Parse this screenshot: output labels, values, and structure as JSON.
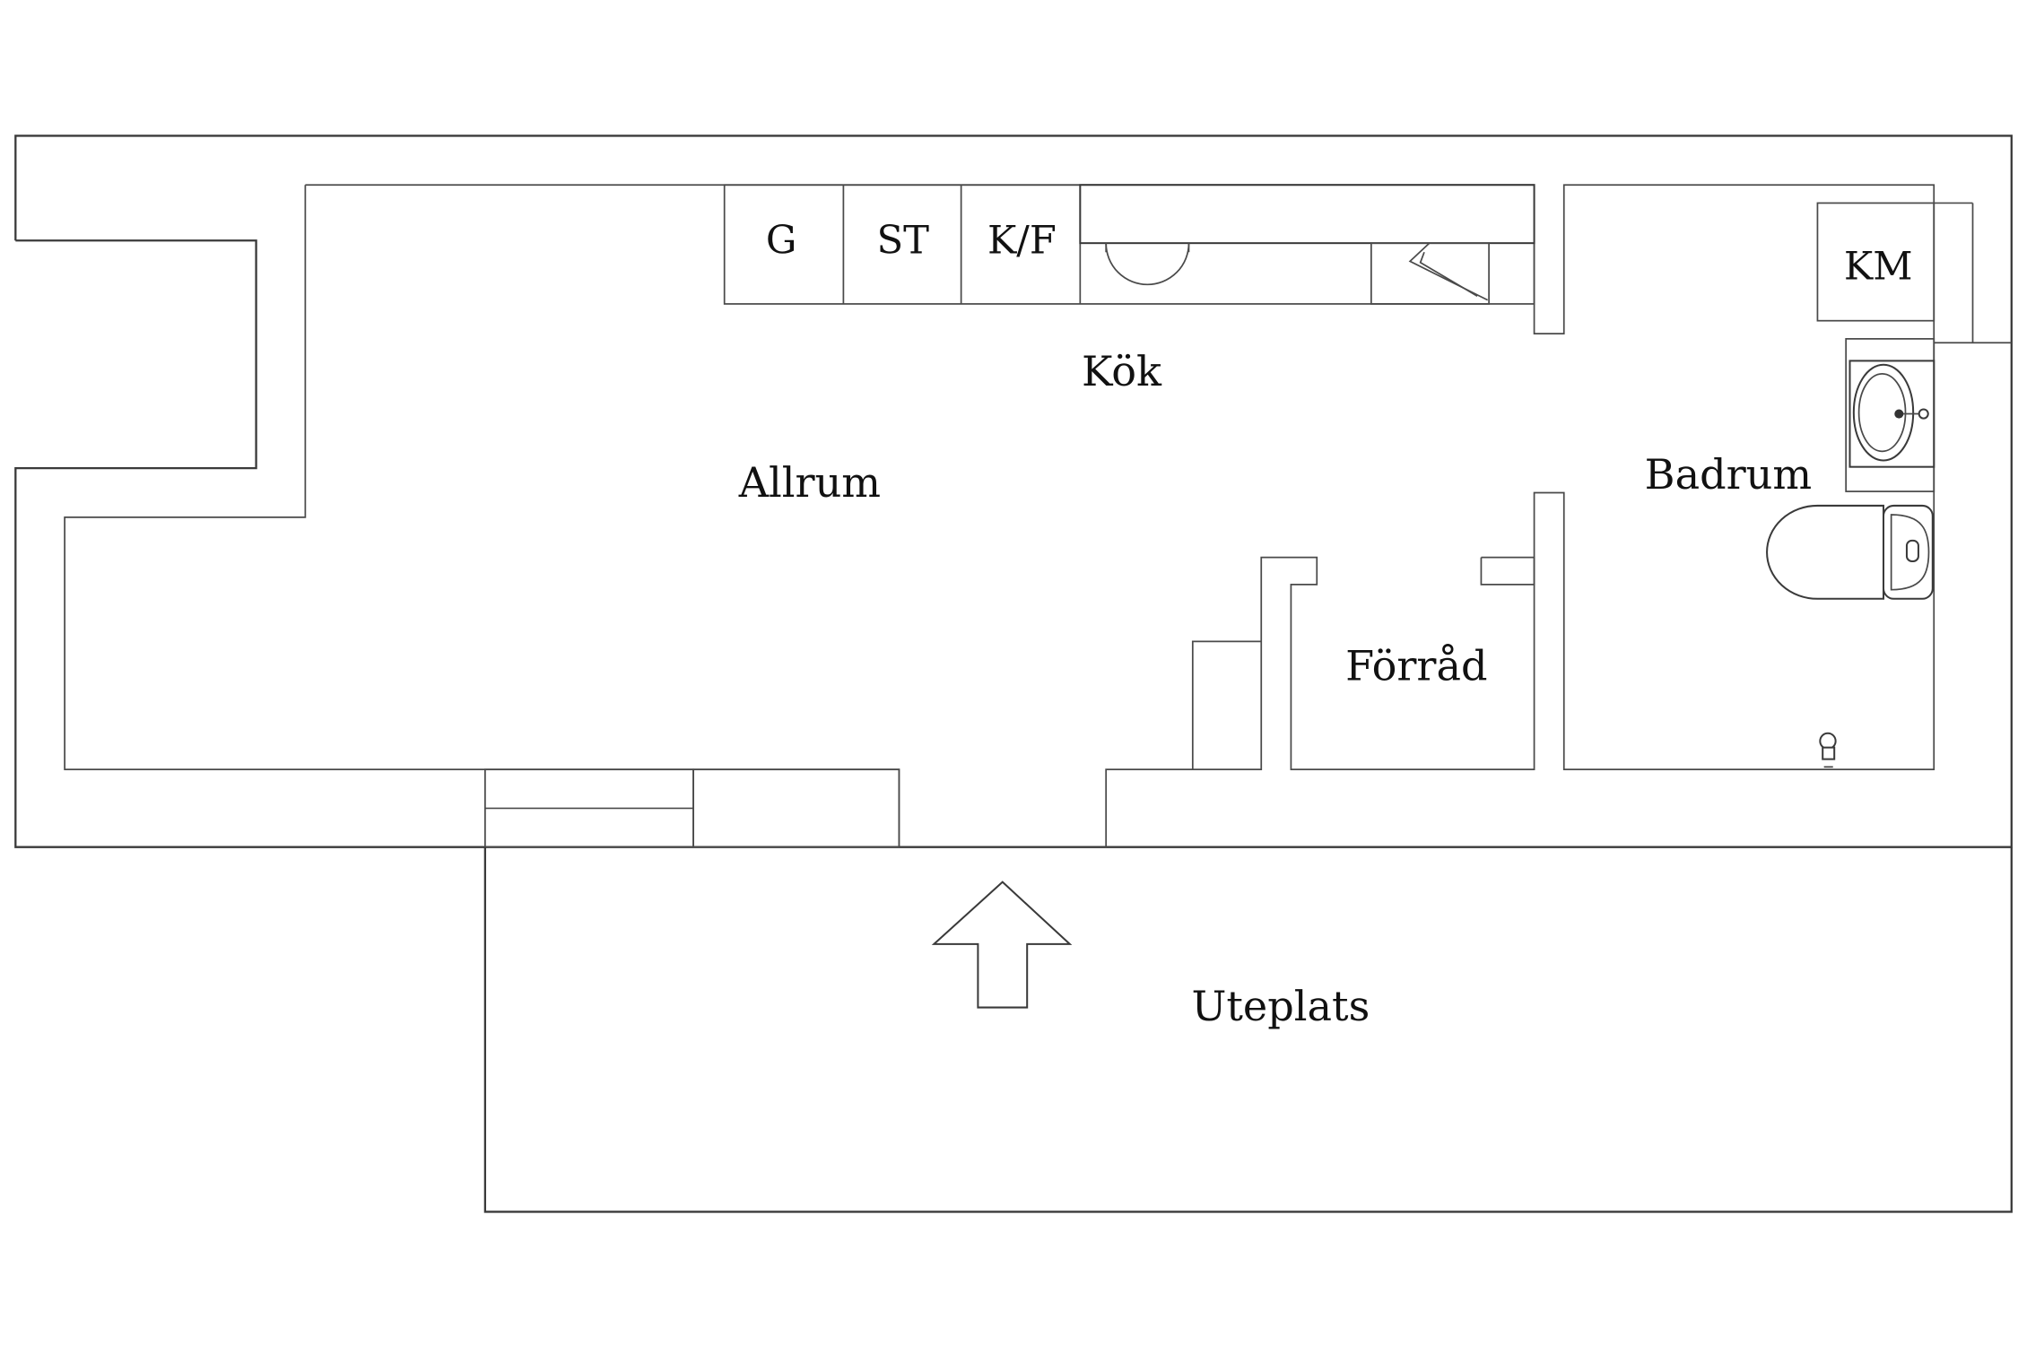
{
  "rooms": {
    "allrum": "Allrum",
    "kok": "Kök",
    "badrum": "Badrum",
    "forrad": "Förråd",
    "uteplats": "Uteplats"
  },
  "appliances": {
    "g": "G",
    "st": "ST",
    "kf": "K/F",
    "km": "KM"
  },
  "entrance": "up-arrow-icon"
}
